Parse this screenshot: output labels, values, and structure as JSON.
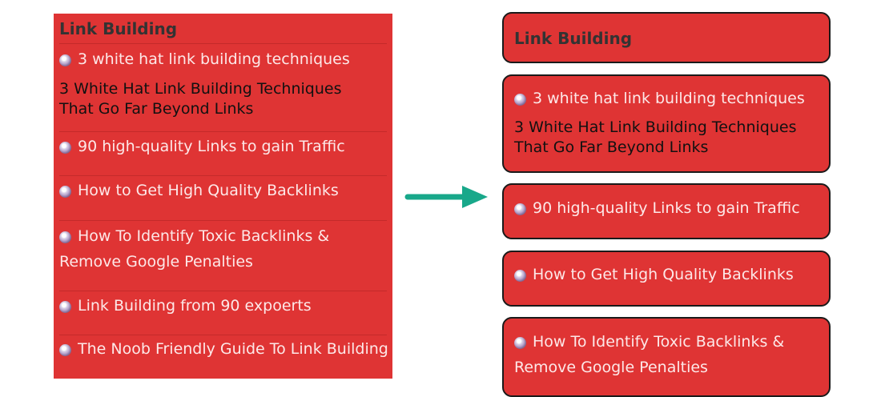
{
  "widget_title": "Link Building",
  "left": {
    "items": [
      {
        "link": "3 white hat link building techniques",
        "desc": "3 White Hat Link Building Techniques That Go Far Beyond Links"
      },
      {
        "link": "90 high-quality Links to gain Traffic"
      },
      {
        "link": "How to Get High Quality Backlinks"
      },
      {
        "link": "How To Identify Toxic Backlinks &",
        "link_cont": "Remove Google Penalties"
      },
      {
        "link": "Link Building from 90 expoerts"
      },
      {
        "link": "The Noob Friendly Guide To Link Building"
      }
    ]
  },
  "right": {
    "title": "Link Building",
    "cards": [
      {
        "link": "3 white hat link building techniques",
        "desc": "3 White Hat Link Building Techniques That Go Far Beyond Links"
      },
      {
        "link": "90 high-quality Links to gain Traffic"
      },
      {
        "link": "How to Get High Quality Backlinks"
      },
      {
        "link": "How To Identify Toxic Backlinks &",
        "link_cont": "Remove Google Penalties"
      }
    ]
  },
  "icons": {
    "link_icon": "globe-icon",
    "transition": "arrow-right-icon"
  },
  "colors": {
    "panel_red": "#df3434",
    "title_gray": "#333333",
    "link_text": "#fde8e8",
    "arrow_green": "#18a88a",
    "card_border": "#1a1a1a"
  }
}
